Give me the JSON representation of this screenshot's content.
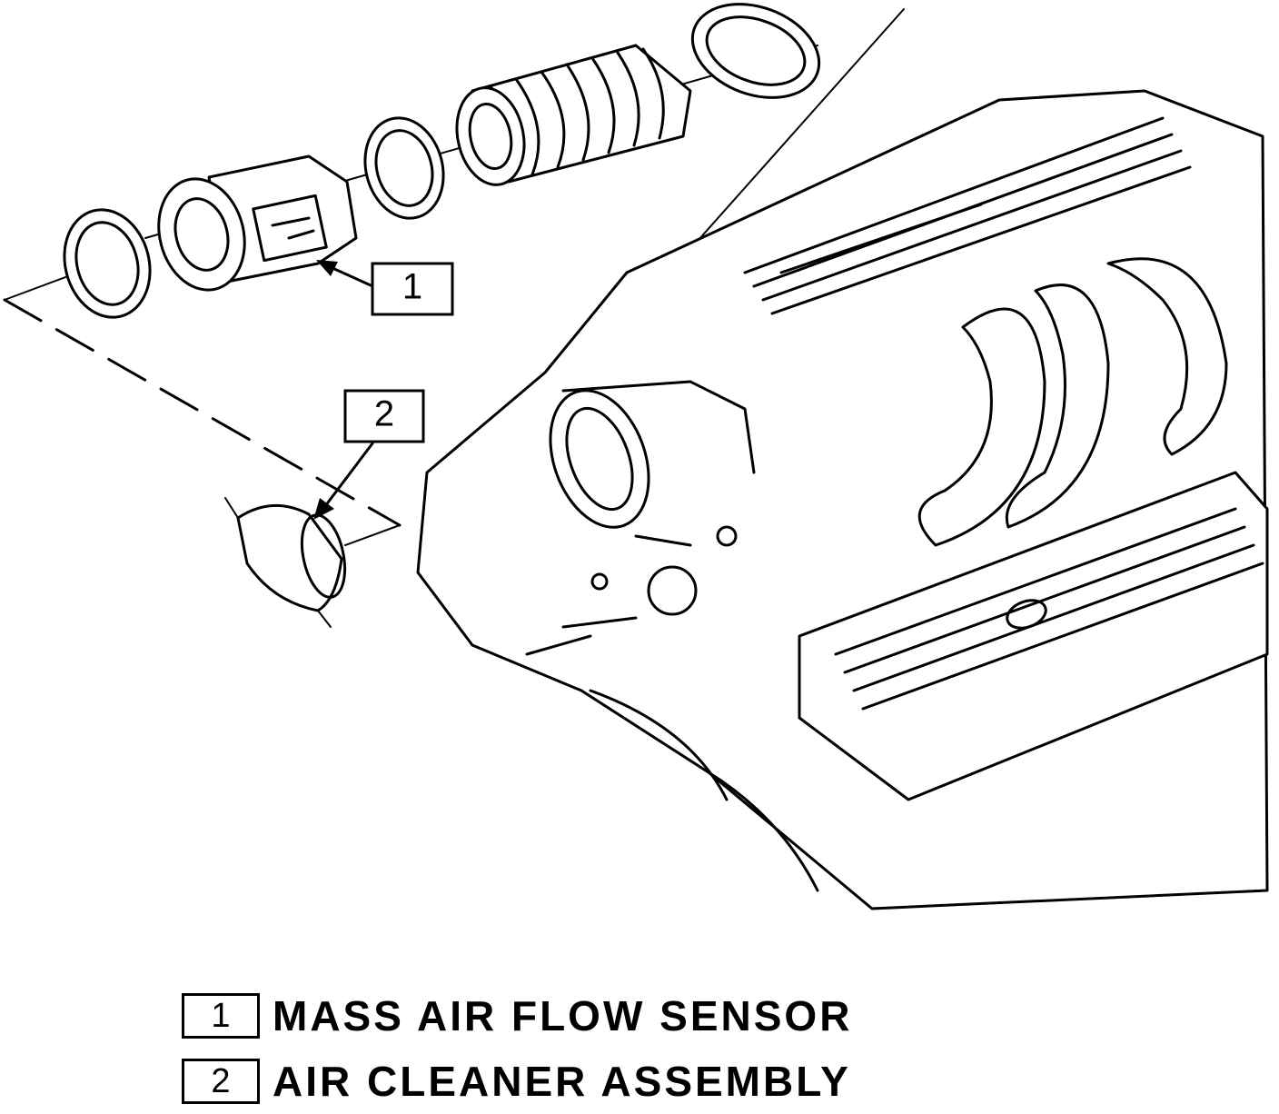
{
  "callouts": [
    {
      "number": "1"
    },
    {
      "number": "2"
    }
  ],
  "legend": [
    {
      "number": "1",
      "label": "MASS AIR FLOW SENSOR"
    },
    {
      "number": "2",
      "label": "AIR CLEANER ASSEMBLY"
    }
  ]
}
